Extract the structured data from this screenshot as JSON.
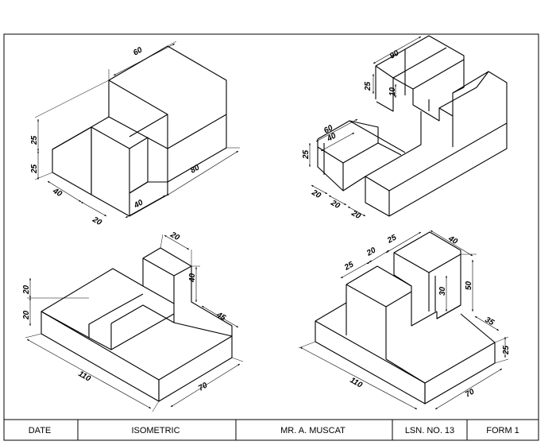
{
  "title_block": {
    "date_label": "DATE",
    "subject": "ISOMETRIC",
    "author": "MR. A. MUSCAT",
    "lesson": "LSN. NO. 13",
    "form": "FORM 1"
  },
  "drawings": {
    "top_left": {
      "d60": "60",
      "d25a": "25",
      "d25b": "25",
      "d40a": "40",
      "d20": "20",
      "d40b": "40",
      "d80": "80"
    },
    "top_right": {
      "d90": "90",
      "d25": "25",
      "d10": "10",
      "d60": "60",
      "d40": "40",
      "d25b": "25",
      "d20a": "20",
      "d20b": "20",
      "d20c": "20"
    },
    "bottom_left": {
      "d20t": "20",
      "d40": "40",
      "d45": "45",
      "d20a": "20",
      "d20b": "20",
      "d110": "110",
      "d70": "70"
    },
    "bottom_right": {
      "d25a": "25",
      "d20": "20",
      "d25b": "25",
      "d40": "40",
      "d30": "30",
      "d50": "50",
      "d35": "35",
      "d25c": "25",
      "d110": "110",
      "d70": "70"
    }
  }
}
